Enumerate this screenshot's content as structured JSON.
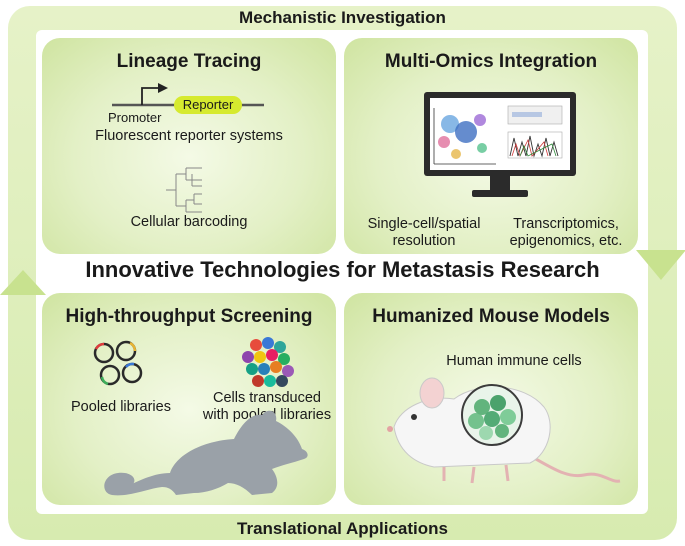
{
  "top_band": "Mechanistic Investigation",
  "bottom_band": "Translational Applications",
  "center_title": "Innovative Technologies for Metastasis Research",
  "panels": {
    "lineage": {
      "title": "Lineage Tracing",
      "promoter": "Promoter",
      "reporter": "Reporter",
      "fluorescent": "Fluorescent reporter systems",
      "barcoding": "Cellular barcoding"
    },
    "omics": {
      "title": "Multi-Omics Integration",
      "left_label_1": "Single-cell/spatial",
      "left_label_2": "resolution",
      "right_label_1": "Transcriptomics,",
      "right_label_2": "epigenomics, etc."
    },
    "screening": {
      "title": "High-throughput Screening",
      "pooled": "Pooled libraries",
      "cells_1": "Cells transduced",
      "cells_2": "with pooled libraries"
    },
    "mouse": {
      "title": "Humanized Mouse Models",
      "immune": "Human immune cells"
    }
  },
  "colors": {
    "arrow_green": "#c8e28f",
    "reporter_yellow": "#d6ea2f",
    "mouse_gray": "#9aa1a8"
  }
}
